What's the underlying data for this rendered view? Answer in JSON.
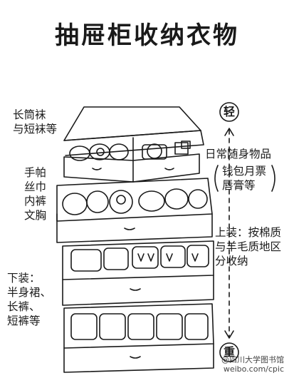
{
  "title": "抽屉柜收纳衣物",
  "labels": {
    "socks": [
      "长筒袜",
      "与短袜等"
    ],
    "daily": "日常随身物品",
    "daily_paren": [
      "钱包月票",
      "唇膏等"
    ],
    "small": [
      "手帕",
      "丝巾",
      "内裤",
      "文胸"
    ],
    "tops": [
      "上装：按棉质",
      "与羊毛质地区",
      "分收纳"
    ],
    "bottoms": [
      "下装：",
      "半身裙、",
      "长裤、",
      "短裤等"
    ]
  },
  "axis": {
    "top": "轻",
    "bottom": "重"
  },
  "watermark": {
    "line1": "@四川大学图书馆",
    "line2": "weibo.com/cpic"
  }
}
